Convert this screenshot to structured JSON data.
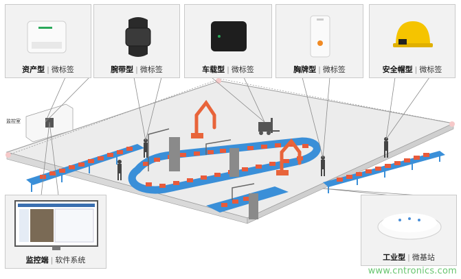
{
  "devices": [
    {
      "name": "资产型",
      "sub": "微标签",
      "icon": "asset-tag-icon"
    },
    {
      "name": "腕带型",
      "sub": "微标签",
      "icon": "wristband-tag-icon"
    },
    {
      "name": "车载型",
      "sub": "微标签",
      "icon": "vehicle-tag-icon"
    },
    {
      "name": "胸牌型",
      "sub": "微标签",
      "icon": "badge-tag-icon"
    },
    {
      "name": "安全帽型",
      "sub": "微标签",
      "icon": "helmet-tag-icon"
    }
  ],
  "monitor": {
    "name": "监控端",
    "sub": "软件系统",
    "room_label": "监控室"
  },
  "basestation": {
    "name": "工业型",
    "sub": "微基站",
    "icon": "base-station-icon"
  },
  "watermark": "www.cntronics.com",
  "colors": {
    "conveyor": "#3a8fd8",
    "box": "#e85a3a",
    "robot": "#e8643a",
    "card_bg": "#f2f2f2",
    "floor": "#ededed"
  }
}
